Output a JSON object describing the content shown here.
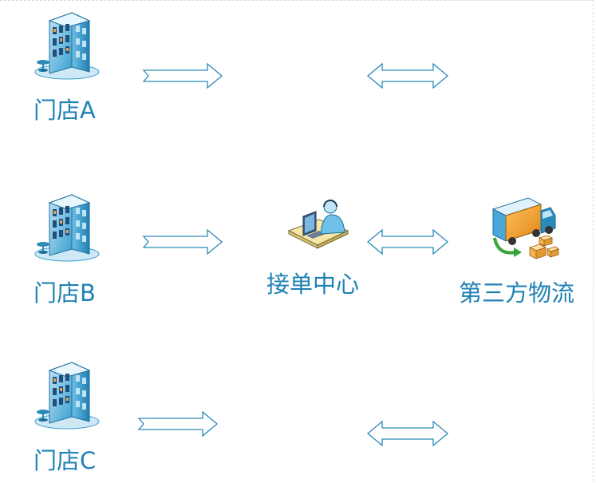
{
  "diagram": {
    "stores": [
      {
        "label": "门店A"
      },
      {
        "label": "门店B"
      },
      {
        "label": "门店C"
      }
    ],
    "center": {
      "label": "接单中心"
    },
    "logistics": {
      "label": "第三方物流"
    },
    "colors": {
      "label": "#1f82b4",
      "arrow_stroke": "#2a8ab8"
    },
    "icons": {
      "store": "store-building-icon",
      "center": "call-center-operator-icon",
      "logistics": "delivery-truck-icon"
    }
  }
}
